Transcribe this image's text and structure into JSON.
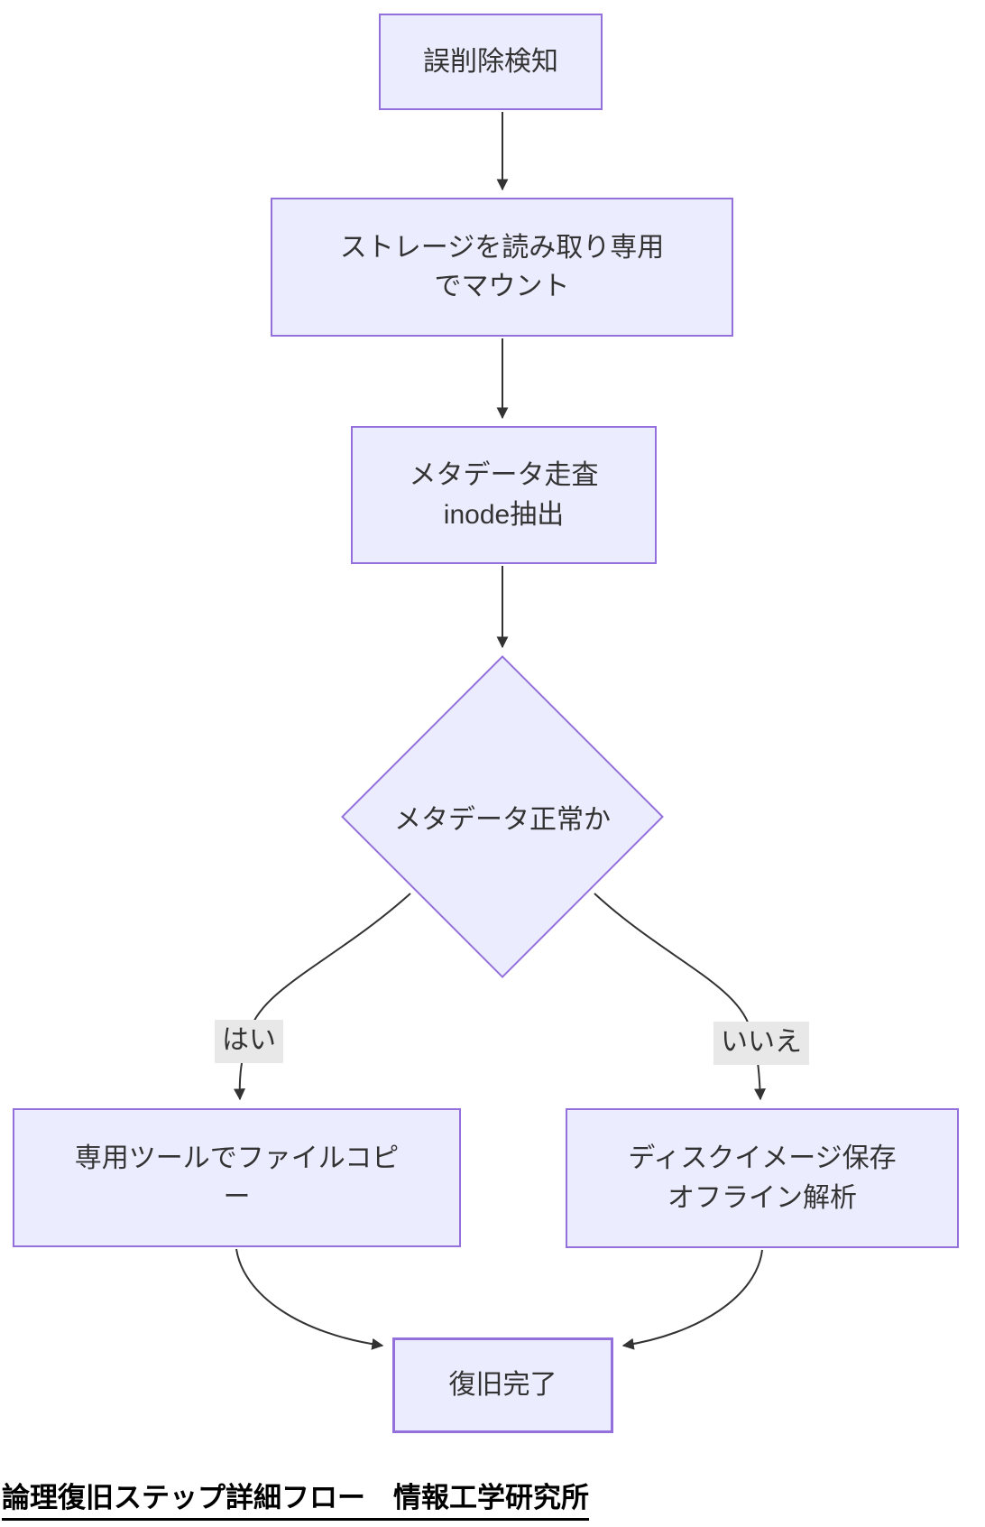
{
  "colors": {
    "node_fill": "#ECECFF",
    "node_border": "#9370DB",
    "edge_color": "#333333",
    "label_bg": "#e8e8e8",
    "text_color": "#333333",
    "title_color": "#000000"
  },
  "diagram": {
    "type": "flowchart",
    "direction": "top-down",
    "title": "論理復旧ステップ詳細フロー　情報工学研究所",
    "nodes": {
      "detect": {
        "label": "誤削除検知",
        "shape": "rect"
      },
      "mount": {
        "label": "ストレージを読み取り専用\nでマウント",
        "shape": "rect"
      },
      "scan": {
        "label": "メタデータ走査\ninode抽出",
        "shape": "rect"
      },
      "decision": {
        "label": "メタデータ正常か",
        "shape": "diamond"
      },
      "copy": {
        "label": "専用ツールでファイルコピ\nー",
        "shape": "rect"
      },
      "image": {
        "label": "ディスクイメージ保存\nオフライン解析",
        "shape": "rect"
      },
      "done": {
        "label": "復旧完了",
        "shape": "rect"
      }
    },
    "edge_labels": {
      "yes": "はい",
      "no": "いいえ"
    },
    "edges": [
      {
        "from": "detect",
        "to": "mount",
        "label": ""
      },
      {
        "from": "mount",
        "to": "scan",
        "label": ""
      },
      {
        "from": "scan",
        "to": "decision",
        "label": ""
      },
      {
        "from": "decision",
        "to": "copy",
        "label": "はい"
      },
      {
        "from": "decision",
        "to": "image",
        "label": "いいえ"
      },
      {
        "from": "copy",
        "to": "done",
        "label": ""
      },
      {
        "from": "image",
        "to": "done",
        "label": ""
      }
    ]
  }
}
